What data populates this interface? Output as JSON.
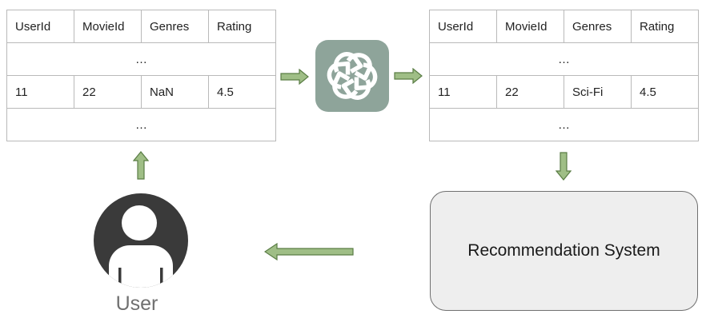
{
  "table_left": {
    "headers": [
      "UserId",
      "MovieId",
      "Genres",
      "Rating"
    ],
    "ellipsis_top": "…",
    "row": [
      "11",
      "22",
      "NaN",
      "4.5"
    ],
    "ellipsis_bottom": "…"
  },
  "table_right": {
    "headers": [
      "UserId",
      "MovieId",
      "Genres",
      "Rating"
    ],
    "ellipsis_top": "…",
    "row": [
      "11",
      "22",
      "Sci-Fi",
      "4.5"
    ],
    "ellipsis_bottom": "…"
  },
  "llm_logo": {
    "icon": "openai-logo-icon",
    "color": "#8ea49a"
  },
  "recommendation_system": {
    "label": "Recommendation System"
  },
  "user": {
    "label": "User",
    "icon": "user-avatar-icon"
  },
  "colors": {
    "arrow_fill": "#9fbe86",
    "arrow_stroke": "#5a7d45",
    "avatar": "#3a3a3a"
  }
}
